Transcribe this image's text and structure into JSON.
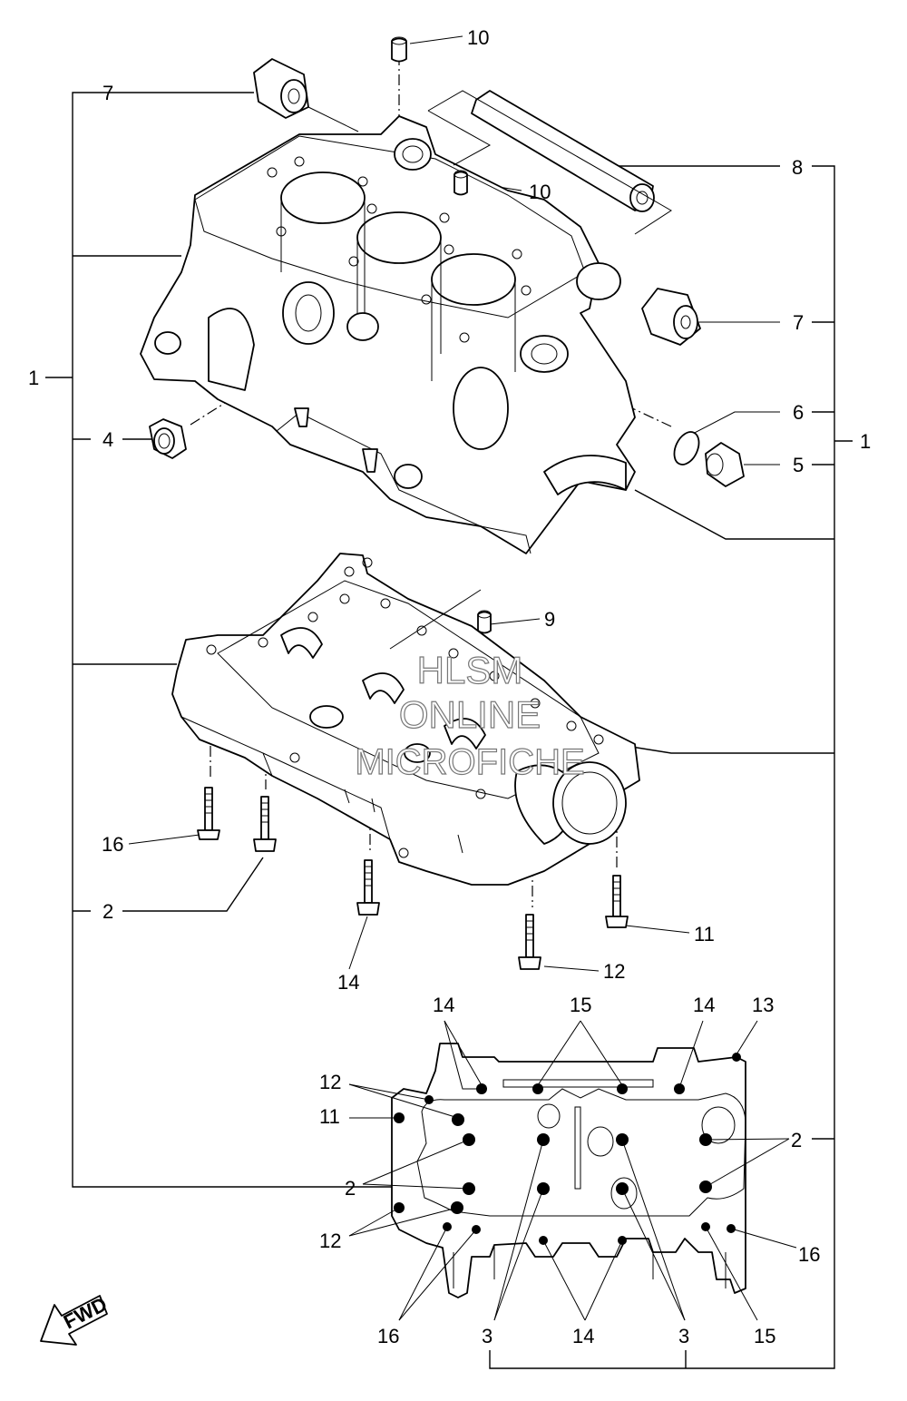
{
  "watermark": {
    "line1": "HLSM",
    "line2": "ONLINE",
    "line3": "MICROFICHE"
  },
  "fwd_label": "FWD",
  "callouts": {
    "c10a": "10",
    "c10b": "10",
    "c8": "8",
    "c7a": "7",
    "c7b": "7",
    "c6": "6",
    "c5": "5",
    "c4": "4",
    "c1a": "1",
    "c1b": "1",
    "c9": "9",
    "c16a": "16",
    "c2a": "2",
    "c14a": "14",
    "c11a": "11",
    "c12a": "12",
    "c14b": "14",
    "c15a": "15",
    "c14c": "14",
    "c13": "13",
    "c12b": "12",
    "c11b": "11",
    "c2b": "2",
    "c2c": "2",
    "c12c": "12",
    "c16b": "16",
    "c16c": "16",
    "c3a": "3",
    "c14d": "14",
    "c3b": "3",
    "c15b": "15"
  }
}
